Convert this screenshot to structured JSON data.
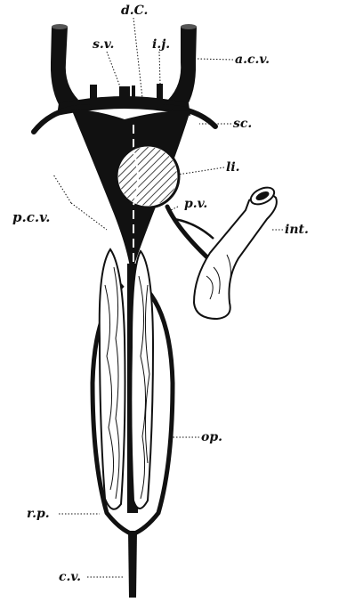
{
  "labels": {
    "dc": "d.C.",
    "sv": "s.v.",
    "ij": "i.j.",
    "acv": "a.c.v.",
    "sc": "sc.",
    "li": "li.",
    "pcv": "p.c.v.",
    "pv": "p.v.",
    "int": "int.",
    "op": "op.",
    "rp": "r.p.",
    "cv": "c.v."
  },
  "colors": {
    "ink": "#111111",
    "paper": "#ffffff"
  }
}
